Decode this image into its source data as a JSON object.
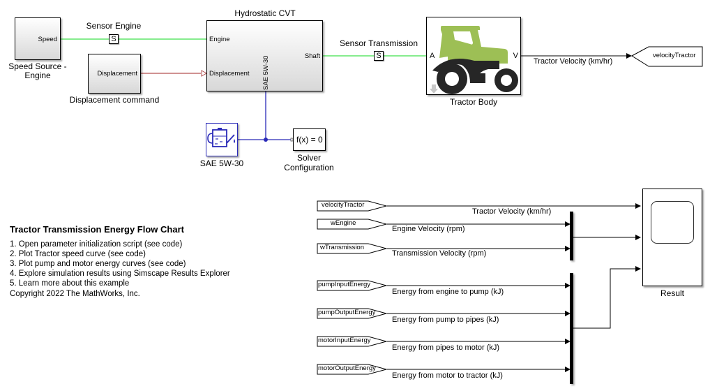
{
  "blocks": {
    "speed_source": {
      "name": "Speed Source - Engine",
      "name_line1": "Speed Source -",
      "name_line2": "Engine",
      "port": "Speed"
    },
    "displacement": {
      "name": "Displacement command",
      "port": "Displacement"
    },
    "sensor_engine": {
      "name": "Sensor Engine",
      "glyph": "S"
    },
    "cvt": {
      "name": "Hydrostatic CVT",
      "ports": {
        "engine": "Engine",
        "displacement": "Displacement",
        "shaft": "Shaft",
        "fluid": "SAE 5W-30"
      }
    },
    "sensor_transmission": {
      "name": "Sensor Transmission",
      "glyph": "S"
    },
    "tractor_body": {
      "name": "Tractor Body",
      "port_a": "A",
      "port_v": "V",
      "icon": "tractor-icon",
      "tractor_color": "#9dbf55"
    },
    "goto_velocity": {
      "tag": "velocityTractor"
    },
    "fluid": {
      "name": "SAE 5W-30",
      "icon": "oil-can-icon"
    },
    "solver": {
      "name_line1": "Solver",
      "name_line2": "Configuration",
      "glyph": "f(x) = 0"
    },
    "result": {
      "name": "Result",
      "icon": "scope-icon"
    }
  },
  "signals": {
    "tractor_velocity_top": "Tractor Velocity (km/hr)",
    "from_tags": [
      {
        "tag": "velocityTractor",
        "label": "Tractor Velocity (km/hr)"
      },
      {
        "tag": "wEngine",
        "label": "Engine Velocity (rpm)"
      },
      {
        "tag": "wTransmission",
        "label": "Transmission Velocity (rpm)"
      },
      {
        "tag": "pumpInputEnergy",
        "label": "Energy from engine to pump (kJ)"
      },
      {
        "tag": "pumpOutputEnergy",
        "label": "Energy from pump to pipes (kJ)"
      },
      {
        "tag": "motorInputEnergy",
        "label": "Energy from pipes to motor (kJ)"
      },
      {
        "tag": "motorOutputEnergy",
        "label": "Energy from motor to tractor (kJ)"
      }
    ]
  },
  "colors": {
    "mechanical_line": "#3ee04a",
    "signal_line_red": "#b35050",
    "hydraulic_line": "#2a2ab8",
    "signal_line": "#000000"
  },
  "annotation": {
    "title": "Tractor Transmission Energy Flow Chart",
    "items": [
      "1. Open parameter initialization script (see code)",
      "2. Plot Tractor speed curve (see code)",
      "3. Plot pump and motor energy curves (see code)",
      "4. Explore simulation results using Simscape Results Explorer",
      "5. Learn more about this example"
    ],
    "copyright": "Copyright 2022 The MathWorks, Inc."
  }
}
